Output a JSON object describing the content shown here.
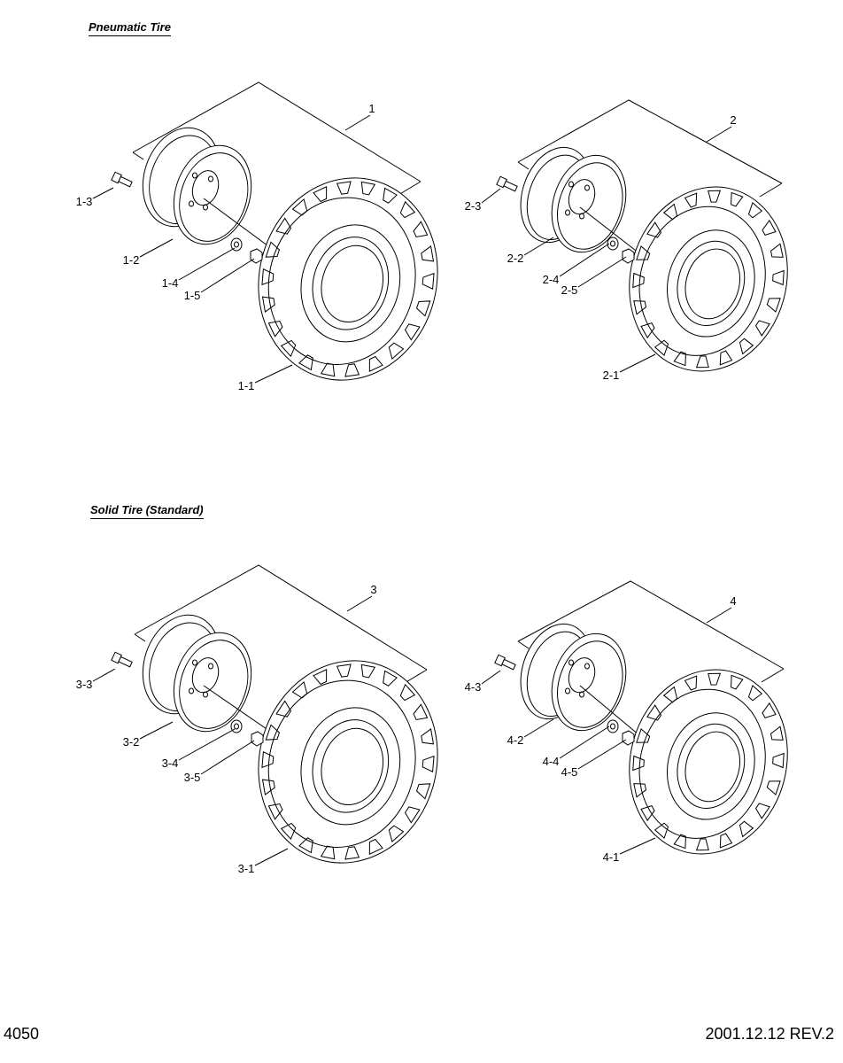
{
  "sections": [
    {
      "title": "Pneumatic Tire",
      "assemblies": [
        {
          "id": "1",
          "parts": [
            "1-1",
            "1-2",
            "1-3",
            "1-4",
            "1-5"
          ],
          "tire_style": "pneumatic"
        },
        {
          "id": "2",
          "parts": [
            "2-1",
            "2-2",
            "2-3",
            "2-4",
            "2-5"
          ],
          "tire_style": "pneumatic-narrow"
        }
      ]
    },
    {
      "title": "Solid Tire (Standard)",
      "assemblies": [
        {
          "id": "3",
          "parts": [
            "3-1",
            "3-2",
            "3-3",
            "3-4",
            "3-5"
          ],
          "tire_style": "solid"
        },
        {
          "id": "4",
          "parts": [
            "4-1",
            "4-2",
            "4-3",
            "4-4",
            "4-5"
          ],
          "tire_style": "solid-narrow"
        }
      ]
    }
  ],
  "footer": {
    "page_number": "4050",
    "revision": "2001.12.12 REV.2"
  }
}
